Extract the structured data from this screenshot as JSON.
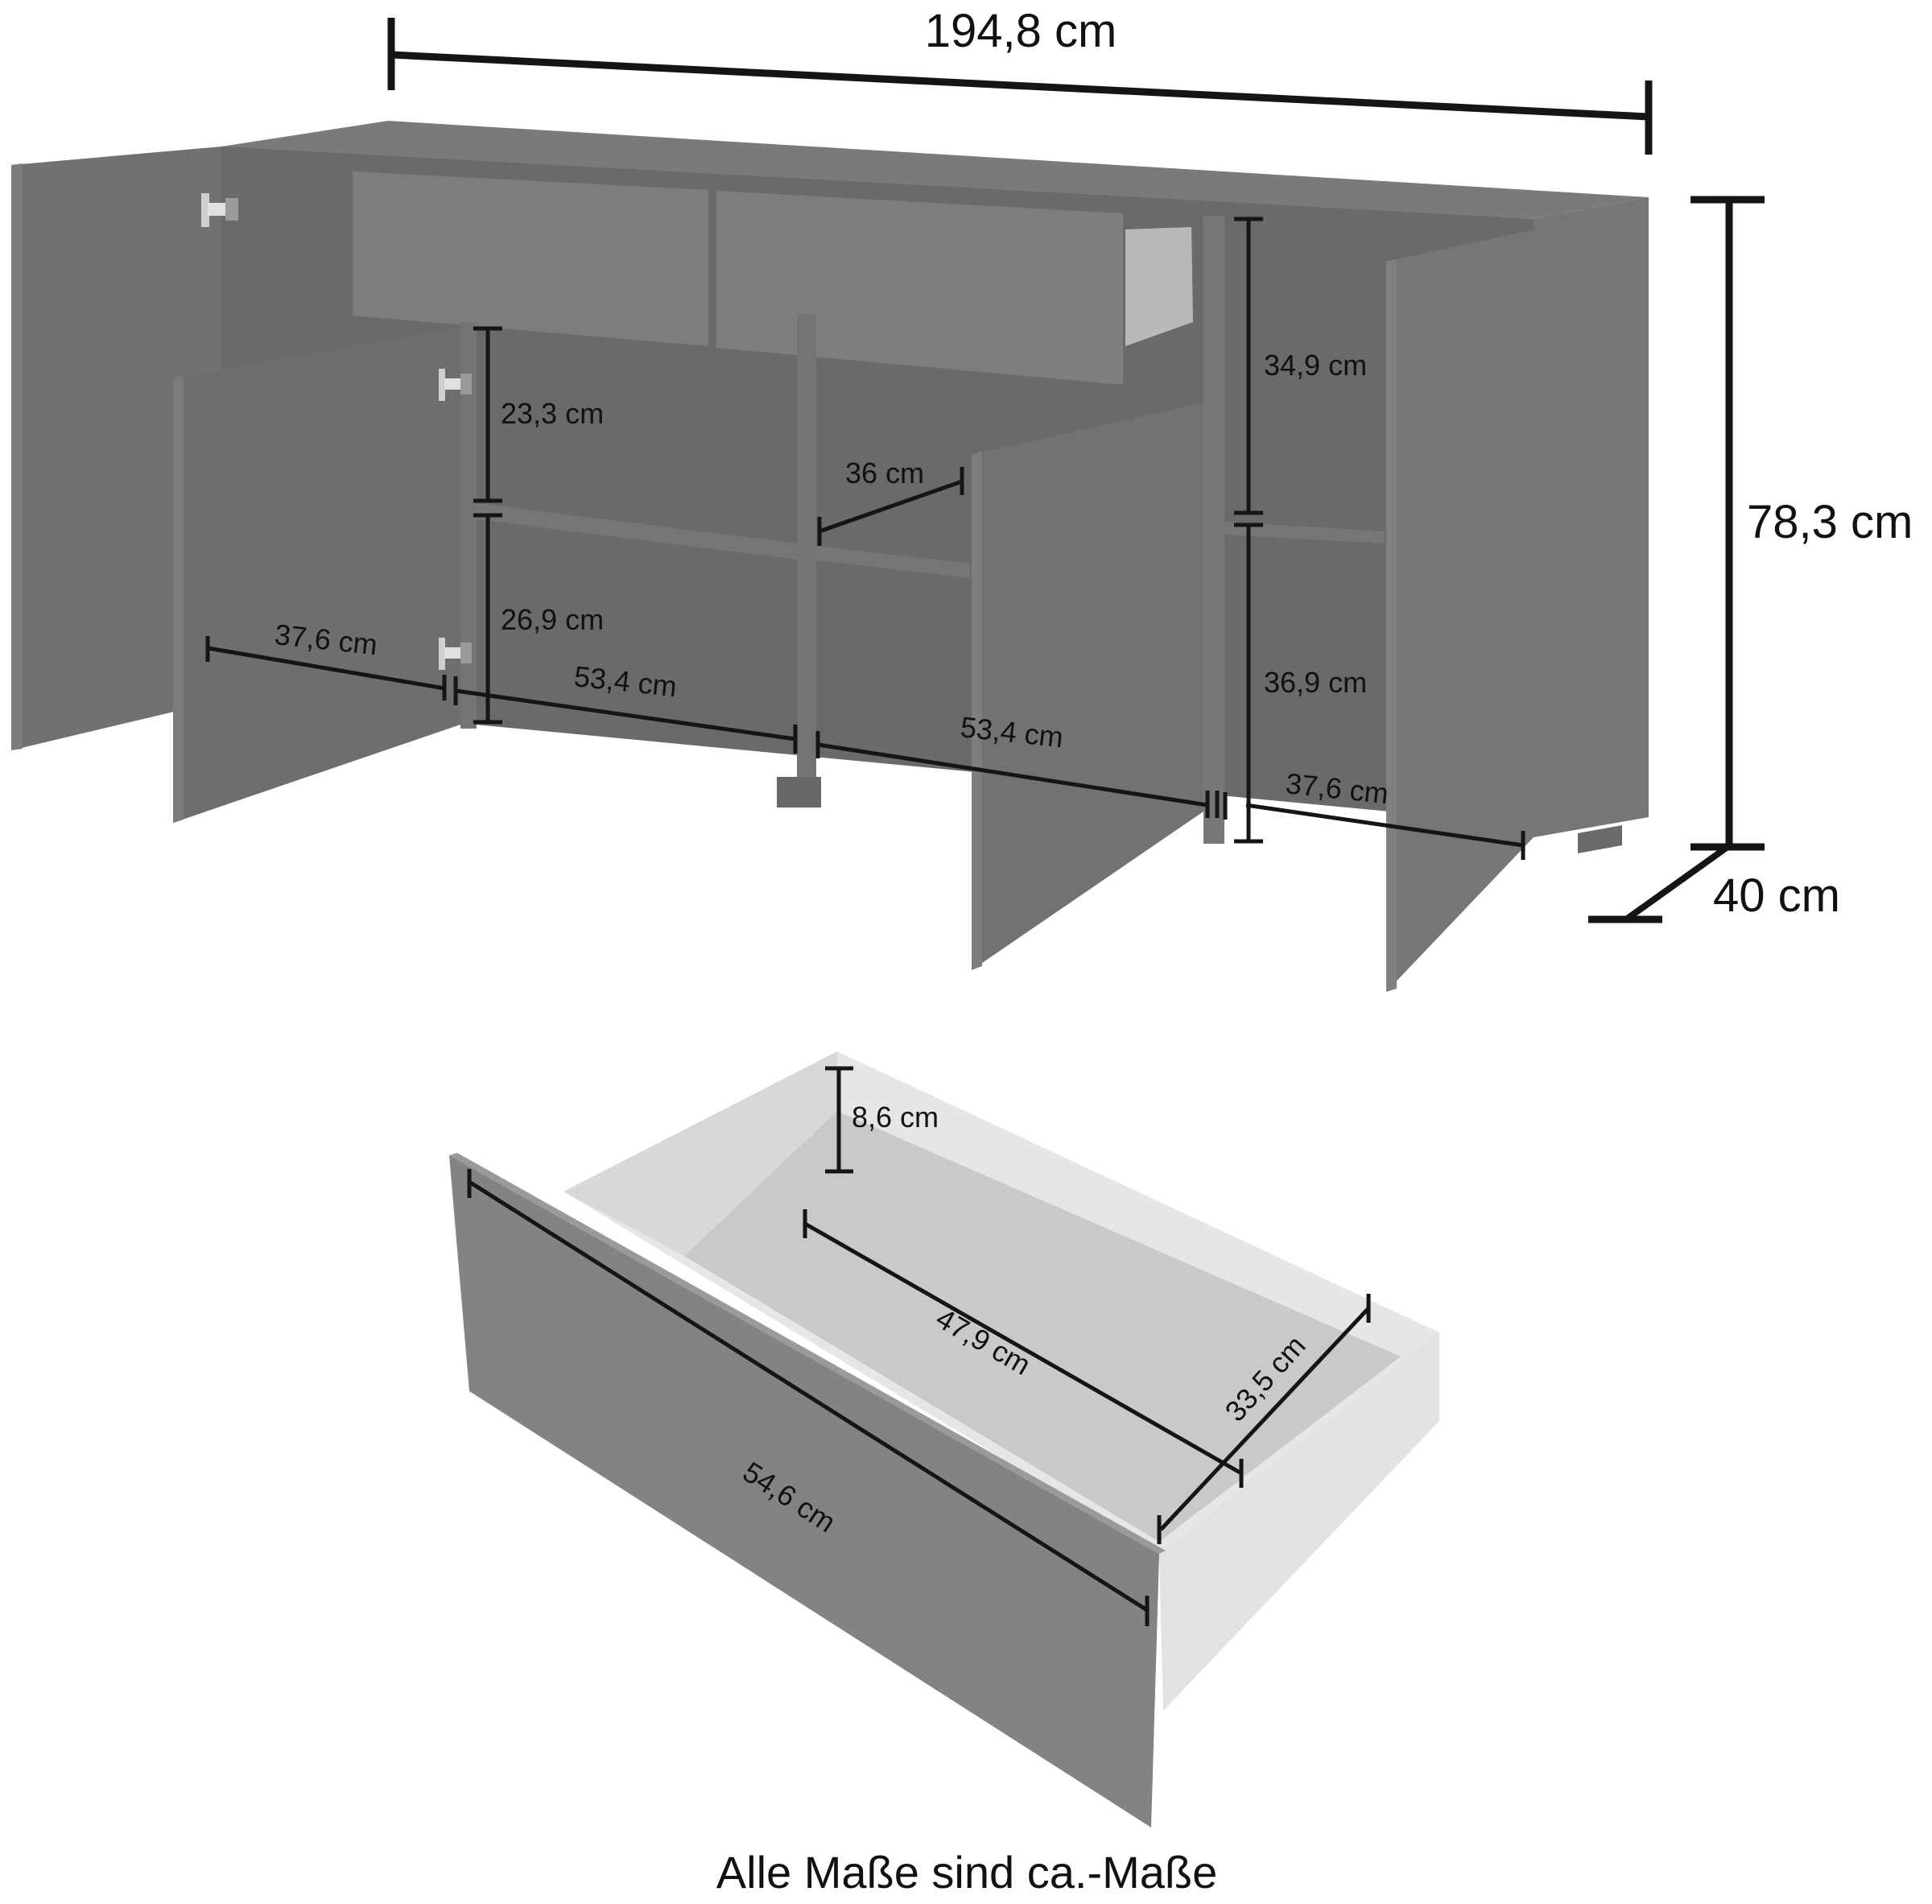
{
  "colors": {
    "background": "#ffffff",
    "cabinet_body": "#707070",
    "cabinet_top": "#7a7a7a",
    "door_front": "#6f6f6f",
    "door_edge": "#7c7c7c",
    "interior": "#666666",
    "drawer_front": "#7e7e7e",
    "drawer_interior": "#d0d0d0",
    "drawer_side": "#e4e4e4",
    "dimension_line": "#151515"
  },
  "sideboard": {
    "overall_width": "194,8 cm",
    "overall_height": "78,3 cm",
    "overall_depth": "40 cm",
    "left_compartment": {
      "upper_height": "23,3 cm",
      "lower_height": "26,9 cm",
      "inner_width": "53,4 cm"
    },
    "left_door_width": "37,6 cm",
    "middle_compartment": {
      "inner_width": "53,4 cm",
      "shelf_depth": "36 cm"
    },
    "right_compartment": {
      "upper_height": "34,9 cm",
      "lower_height": "36,9 cm"
    },
    "right_door_width": "37,6 cm"
  },
  "drawer": {
    "inner_height": "8,6 cm",
    "inner_width": "47,9 cm",
    "inner_depth": "33,5 cm",
    "front_width": "54,6 cm"
  },
  "footnote": "Alle Maße sind ca.-Maße"
}
